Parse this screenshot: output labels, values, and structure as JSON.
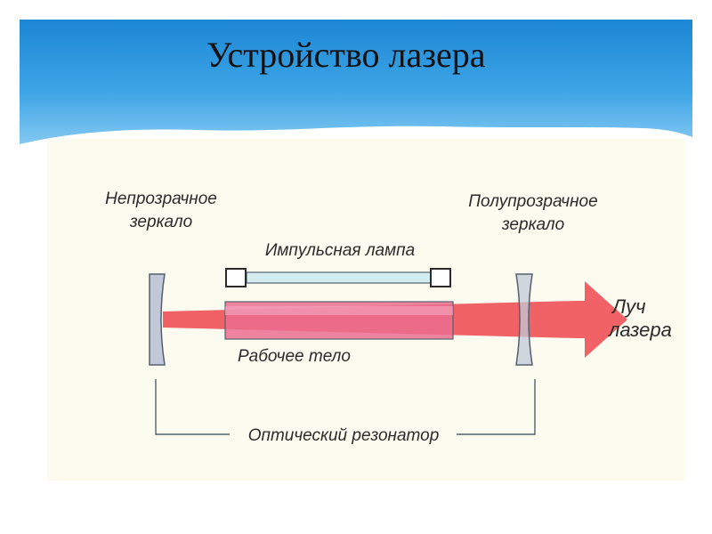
{
  "slide": {
    "title": "Устройство лазера"
  },
  "diagram": {
    "labels": {
      "opaque_mirror_line1": "Непрозрачное",
      "opaque_mirror_line2": "зеркало",
      "semi_mirror_line1": "Полупрозрачное",
      "semi_mirror_line2": "зеркало",
      "flash_lamp": "Импульсная лампа",
      "active_medium": "Рабочее тело",
      "beam_line1": "Луч",
      "beam_line2": "лазера",
      "resonator": "Оптический резонатор"
    },
    "colors": {
      "beam": "#f05a5f",
      "active_medium": "#ea6d8f",
      "lamp_tube": "#d3ecef",
      "mirror": "#c1c9d8",
      "outline": "#55606e",
      "background": "#fcfbef"
    }
  }
}
